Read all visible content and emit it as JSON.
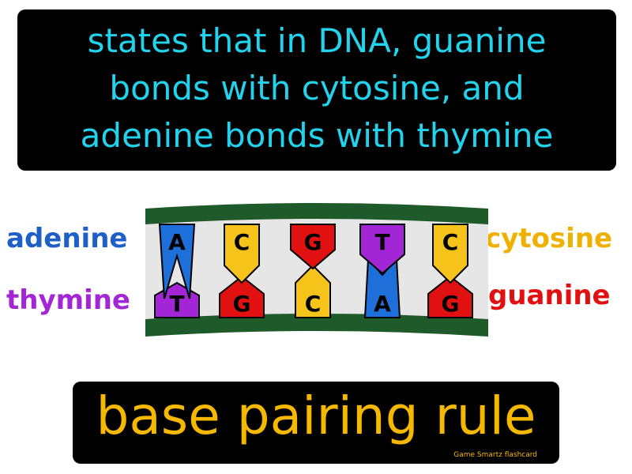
{
  "definition": {
    "lines": [
      "states that in DNA, guanine",
      "bonds with cytosine, and",
      "adenine bonds with thymine"
    ]
  },
  "labels": {
    "adenine": "adenine",
    "thymine": "thymine",
    "cytosine": "cytosine",
    "guanine": "guanine"
  },
  "diagram": {
    "pairs": [
      {
        "top": "A",
        "bottom": "T"
      },
      {
        "top": "C",
        "bottom": "G"
      },
      {
        "top": "G",
        "bottom": "C"
      },
      {
        "top": "T",
        "bottom": "A"
      },
      {
        "top": "C",
        "bottom": "G"
      }
    ]
  },
  "colors": {
    "A": "#1e6fd9",
    "T": "#a326d6",
    "C": "#f5c31a",
    "G": "#e21111",
    "backbone": "#1f5a2a",
    "definition_text": "#22d3ee",
    "term_text": "#f5b800"
  },
  "term": "base pairing rule",
  "credit": "Game Smartz flashcard"
}
